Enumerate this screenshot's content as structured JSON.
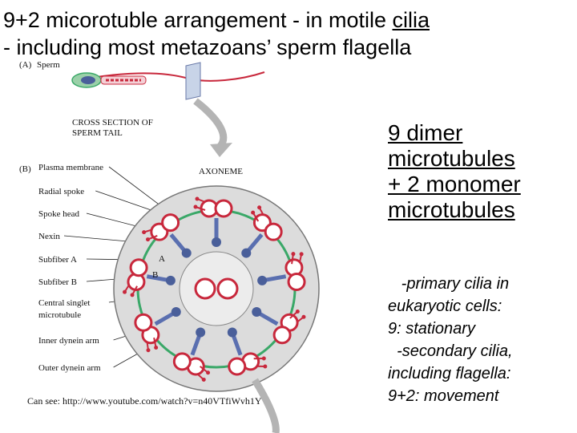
{
  "title": {
    "line1_prefix": "9+2 micorotuble arrangement - in motile ",
    "line1_link": "cilia",
    "line2": "- including most metazoans’ sperm flagella"
  },
  "figure": {
    "panel_a": "(A)",
    "sperm_label": "Sperm",
    "cross_section": [
      "CROSS SECTION OF",
      "SPERM TAIL"
    ],
    "panel_b": "(B)",
    "axoneme": "AXONEME",
    "labels": [
      "Plasma membrane",
      "Radial spoke",
      "Spoke head",
      "Nexin",
      "Subfiber A",
      "Subfiber B",
      "Central singlet",
      "microtubule",
      "Inner dynein arm",
      "Outer dynein arm"
    ],
    "subfiber_a": "A",
    "subfiber_b": "B",
    "source": "Can see: http://www.youtube.com/watch?v=n40VTfiWvh1Y"
  },
  "right_heading": [
    "9 dimer",
    "microtubules",
    "+ 2 monomer",
    "microtubules"
  ],
  "right_notes": [
    "   -primary cilia in",
    "eukaryotic cells:",
    "9: stationary",
    "  -secondary cilia,",
    "including flagella:",
    "9+2: movement"
  ],
  "colors": {
    "membrane_green": "#3aa868",
    "sperm_red": "#c8283c",
    "dynein_blue": "#4a5f9a",
    "spoke_blue": "#5a6fb0",
    "arrow_gray": "#b4b4b4",
    "axoneme_fill": "#dcdcdc"
  }
}
